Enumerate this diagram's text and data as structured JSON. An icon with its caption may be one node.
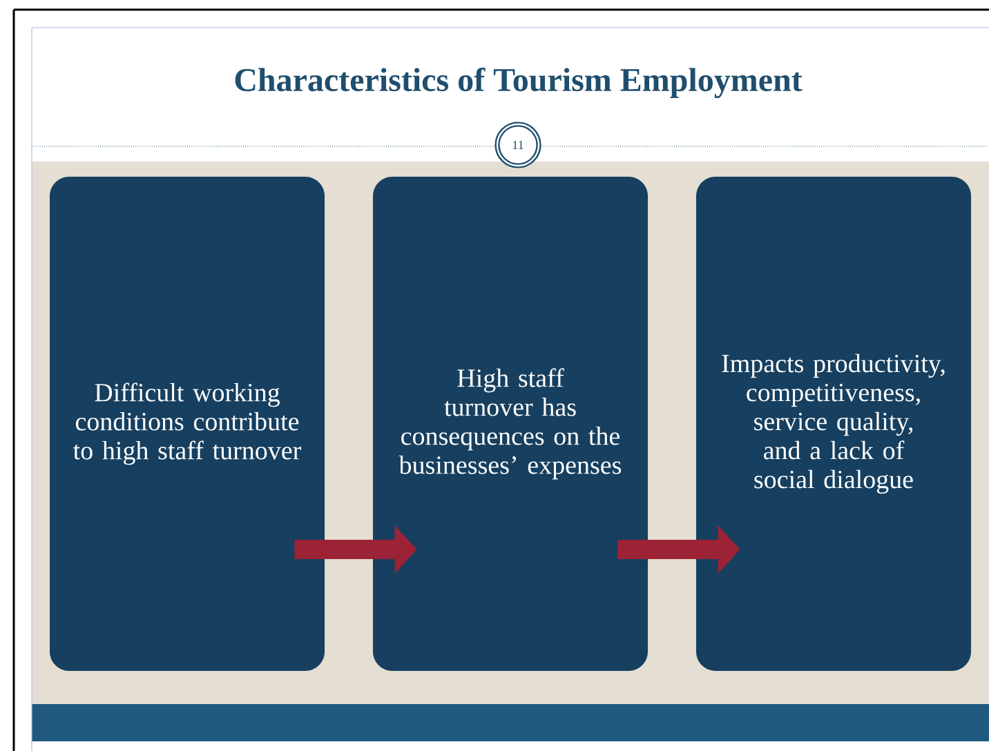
{
  "diagram": {
    "title": "Characteristics of Tourism Employment",
    "nodes": [
      {
        "text": [
          "Difficult working conditions contribute to high staff turnover"
        ]
      },
      {
        "text": [
          "High staff turnover has consequences on the businesses’ expenses"
        ]
      },
      {
        "text": [
          "Impacts productivity, competitiveness, service quality, and a lack of social dialogue"
        ]
      },
      {
        "text": [
          "11"
        ]
      }
    ],
    "edges": [
      {
        "from": 0,
        "to": 1,
        "arrow": "to"
      },
      {
        "from": 1,
        "to": 2,
        "arrow": "to"
      }
    ]
  }
}
